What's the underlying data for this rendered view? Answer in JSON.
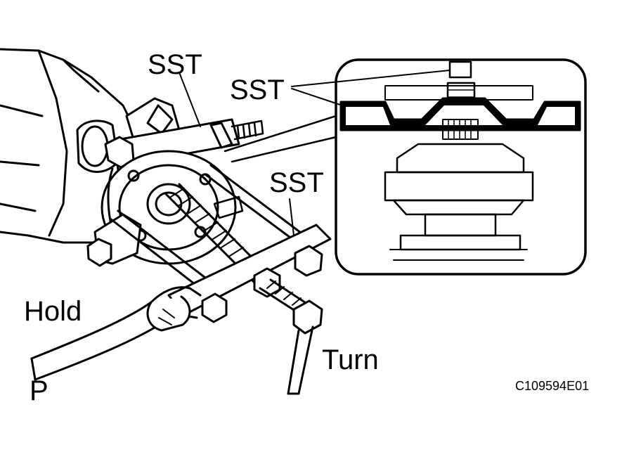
{
  "labels": {
    "sst_top": "SST",
    "sst_inset": "SST",
    "sst_right": "SST",
    "hold": "Hold",
    "turn": "Turn",
    "p": "P"
  },
  "figure_code": "C109594E01"
}
